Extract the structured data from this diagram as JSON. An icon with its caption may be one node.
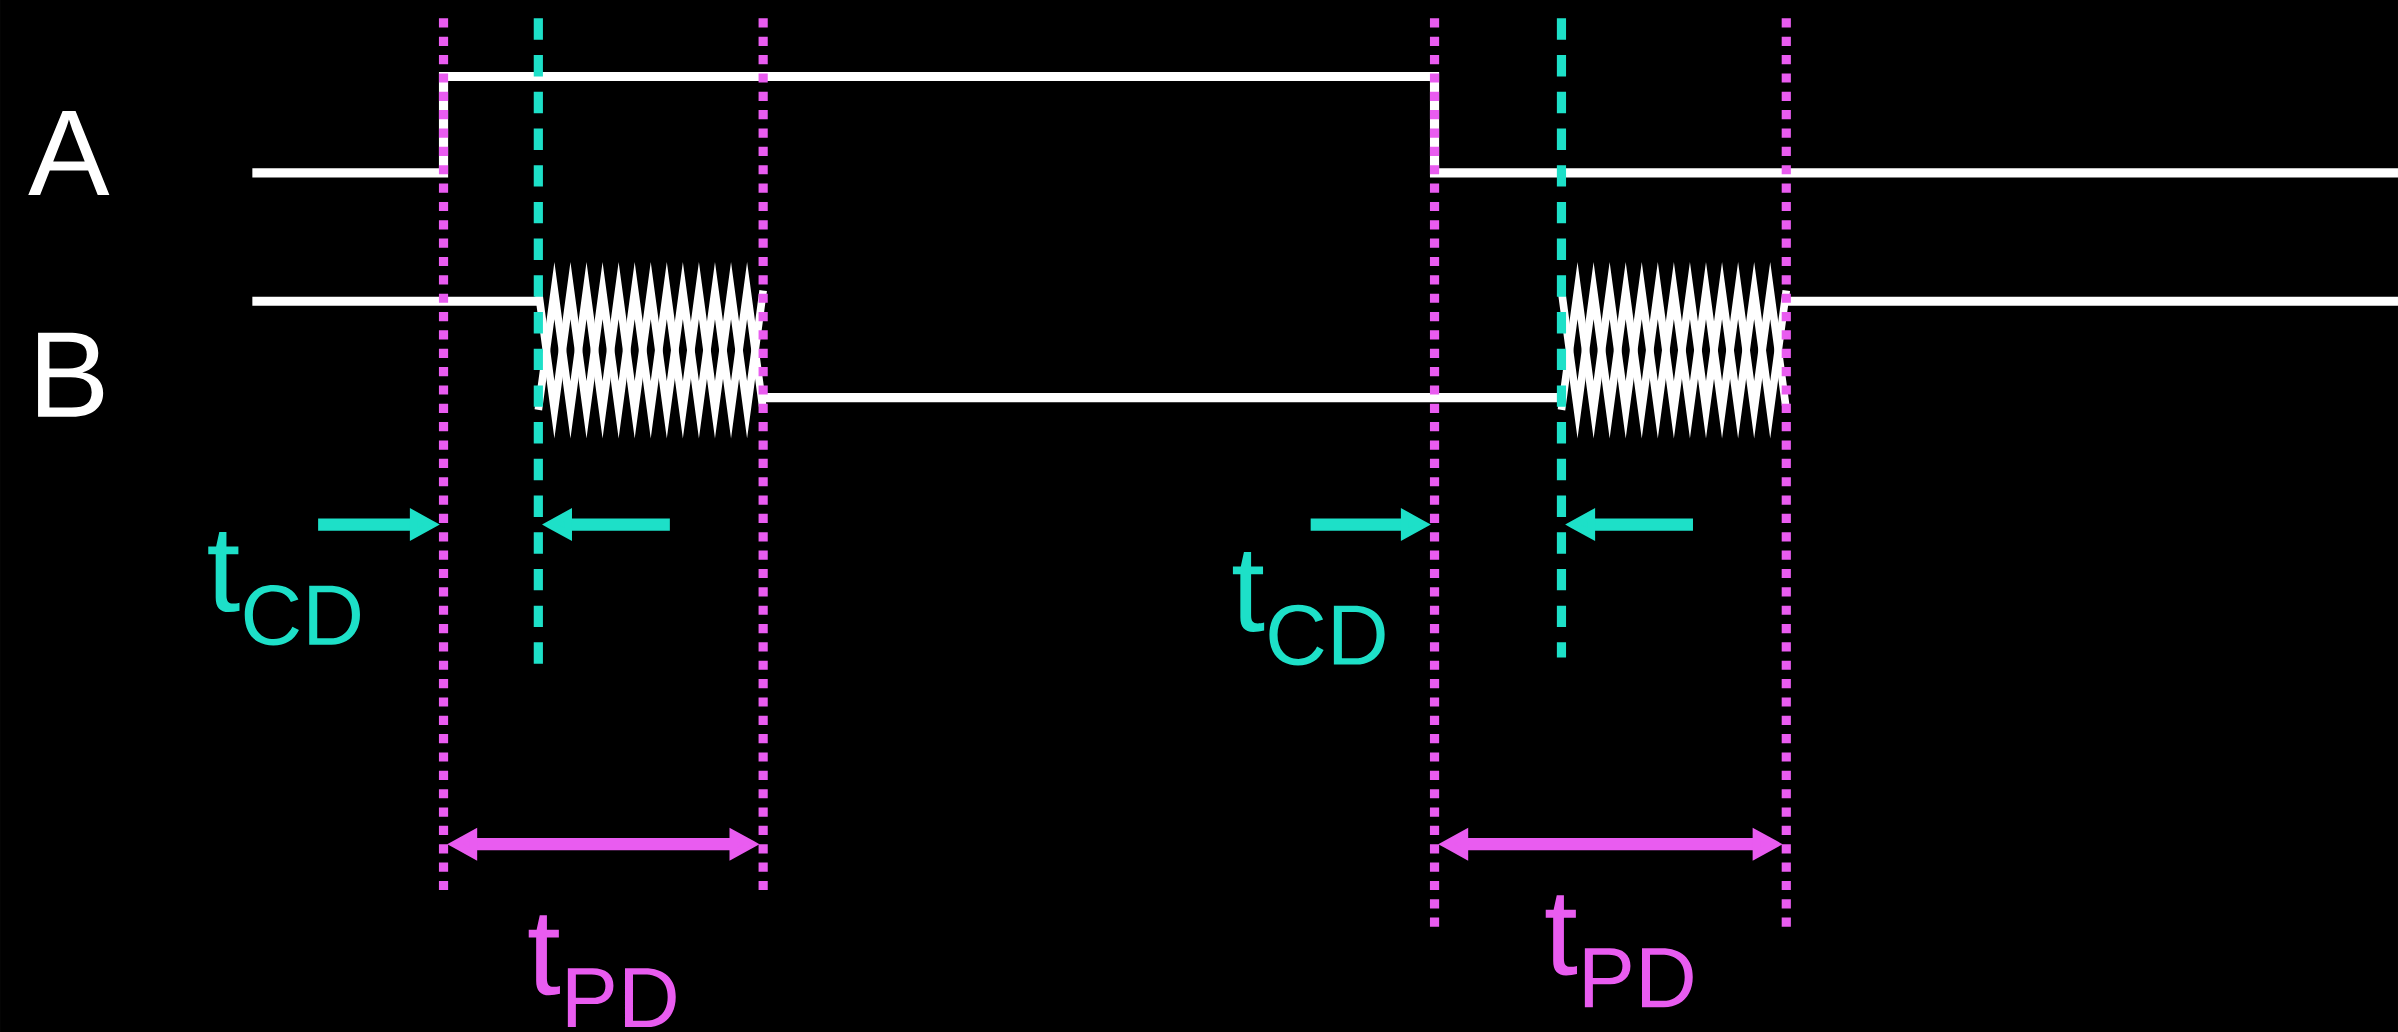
{
  "diagram": {
    "labels": [
      "A",
      "B",
      "t$_{CD}$",
      "t$_{CD}$",
      "t$_{PD}$",
      "t$_{PD}$"
    ]
  }
}
